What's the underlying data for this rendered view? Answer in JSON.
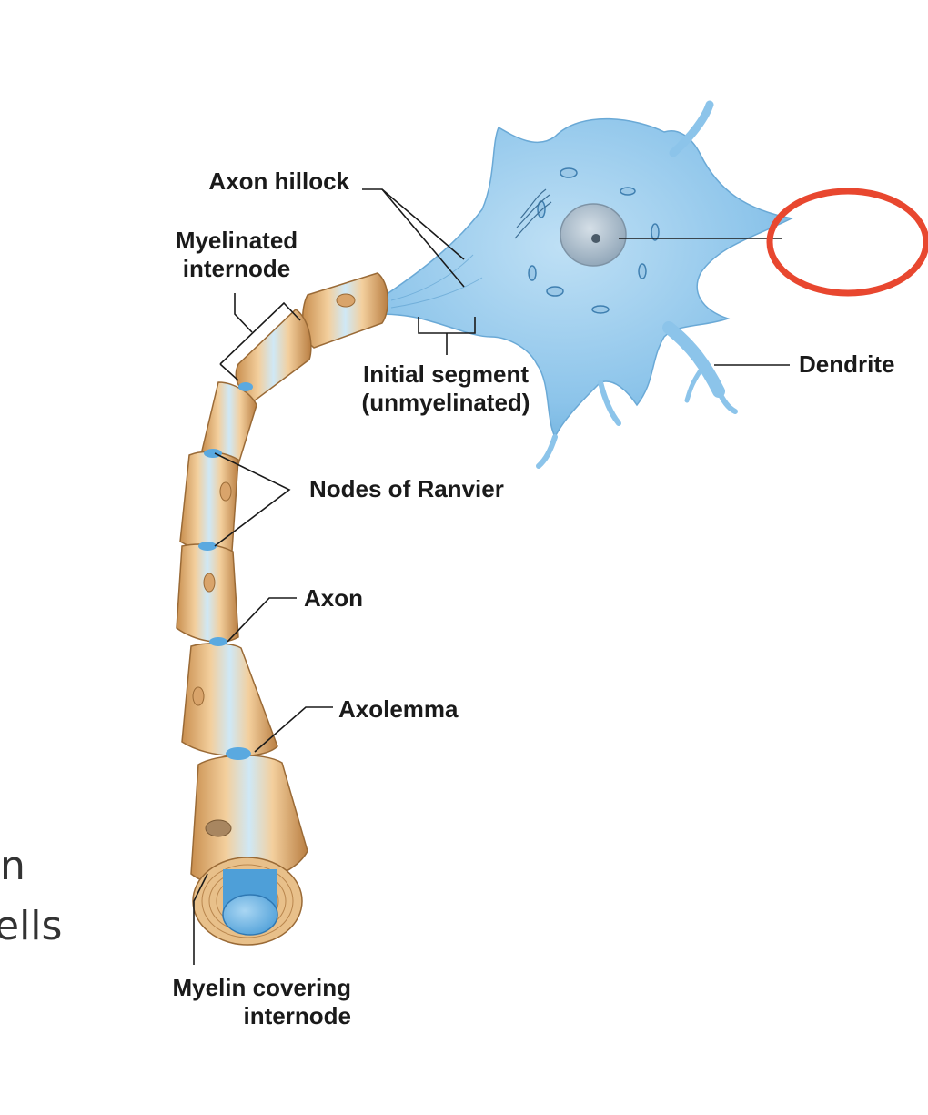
{
  "labels": {
    "axon_hillock": "Axon hillock",
    "myelinated_internode_1": "Myelinated",
    "myelinated_internode_2": "internode",
    "initial_segment_1": "Initial segment",
    "initial_segment_2": "(unmyelinated)",
    "nodes_of_ranvier": "Nodes of Ranvier",
    "axon": "Axon",
    "axolemma": "Axolemma",
    "dendrite": "Dendrite",
    "myelin_covering_1": "Myelin covering",
    "myelin_covering_2": "internode"
  },
  "cutoff_text": {
    "line1": "n",
    "line2": "ells"
  },
  "colors": {
    "cell_body": "#8fc6ea",
    "nucleus": "#b9c9d6",
    "myelin": "#e3b57e",
    "axon_core": "#5aa9e0",
    "highlight_circle": "#e8472f"
  }
}
